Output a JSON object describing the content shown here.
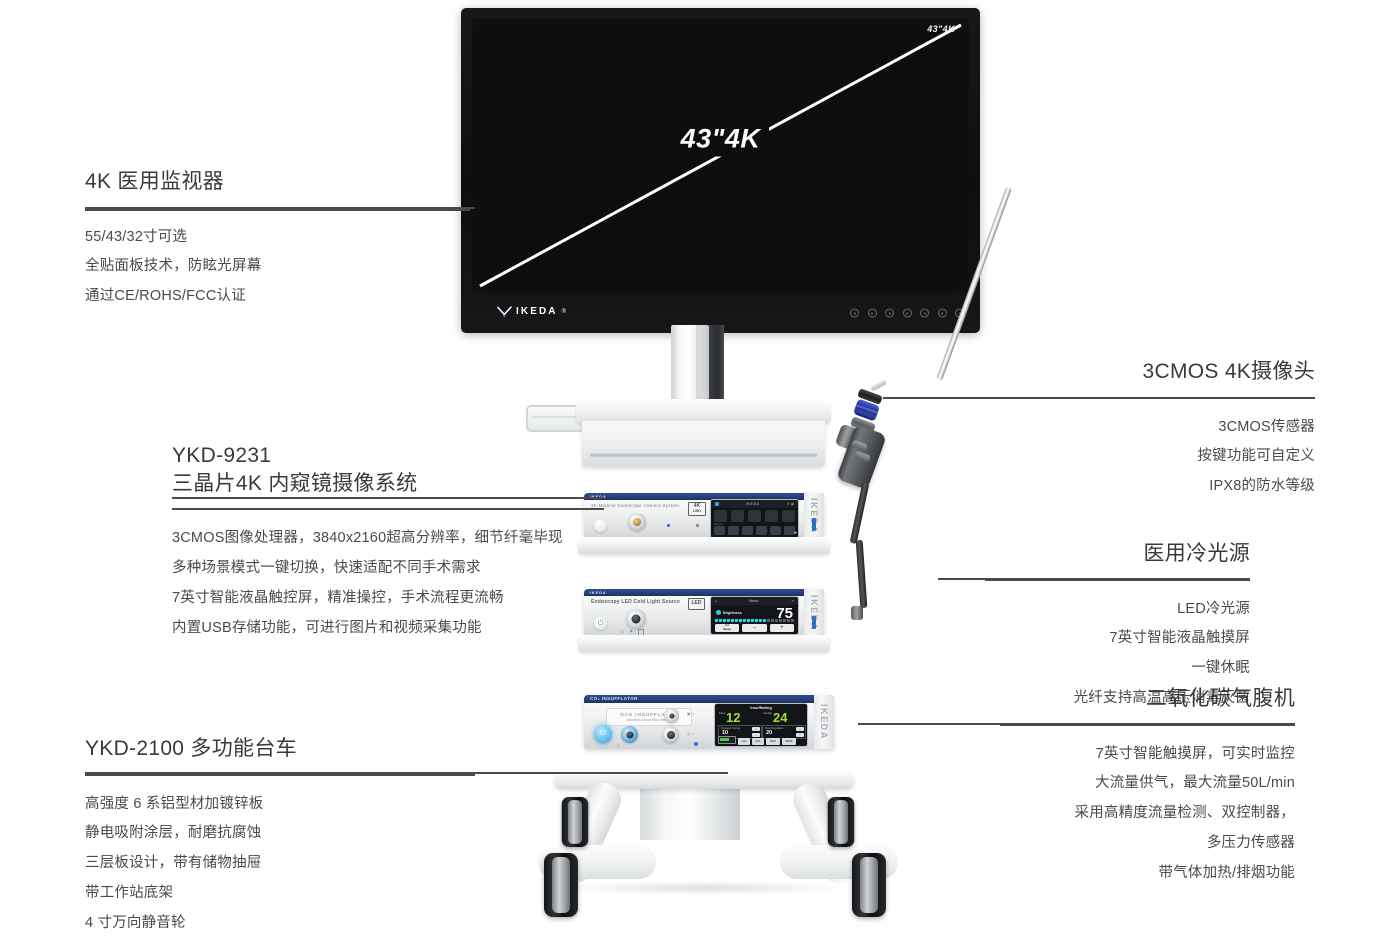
{
  "monitor": {
    "size_tag": "43\"4K",
    "diagonal_label": "43\"4K",
    "brand": "IKEDA",
    "brand_reg": "®",
    "button_count": 7
  },
  "camera_unit": {
    "header_brand": "IKEDA",
    "model_line": "4K Medical Endoscope Camera System",
    "badge_top": "4K",
    "badge_bottom": "UHD",
    "side_text": "IKEDA",
    "screen": {
      "top_row_icons": 5,
      "bottom_row_icons": 6,
      "section_label": "MENU"
    }
  },
  "light_source": {
    "header_brand": "IKEDA",
    "model_line": "Endoscopy LED Cold Light Source",
    "badge": "LED",
    "side_text": "IKEDA",
    "screen": {
      "title": "Menu",
      "param_label": "Brightness",
      "value": "75",
      "segments_total": 20,
      "segments_on": 13,
      "btn_sleep_small": "OFF",
      "btn_sleep": "Sleep",
      "btn_minus": "–",
      "btn_plus": "+"
    }
  },
  "insufflator": {
    "header_title": "CO₂ INSUFFLATOR",
    "panel_title": "GAS INSUFFLATOR",
    "panel_sub": "Activated Carbon Filter element",
    "side_text": "IKEDA",
    "screen": {
      "title": "Insufflating",
      "flow_label": "Flow",
      "flow_value": "12",
      "pressure_label": "mmHg",
      "pressure_value": "24",
      "set_flow_label": "Pressure Setting",
      "set_flow_value": "10",
      "set_pressure_label": "Flow Regulation",
      "set_pressure_value": "20",
      "buttons": [
        "CO2",
        "GAS",
        "HEAT",
        "MORE"
      ]
    }
  },
  "callouts": {
    "monitor": {
      "title": "4K 医用监视器",
      "items": [
        "55/43/32寸可选",
        "全贴面板技术，防眩光屏幕",
        "通过CE/ROHS/FCC认证"
      ]
    },
    "camera_system": {
      "title": "YKD-9231\n三晶片4K 内窥镜摄像系统",
      "items": [
        "3CMOS图像处理器，3840x2160超高分辨率，细节纤毫毕现",
        "多种场景模式一键切换，快速适配不同手术需求",
        "7英寸智能液晶触控屏，精准操控，手术流程更流畅",
        "内置USB存储功能，可进行图片和视频采集功能"
      ]
    },
    "trolley": {
      "title": "YKD-2100 多功能台车",
      "items": [
        "高强度 6 系铝型材加镀锌板",
        "静电吸附涂层，耐磨抗腐蚀",
        "三层板设计，带有储物抽屉",
        "带工作站底架",
        "4 寸万向静音轮"
      ]
    },
    "camera_head": {
      "title": "3CMOS 4K摄像头",
      "items": [
        "3CMOS传感器",
        "按键功能可自定义",
        "IPX8的防水等级"
      ]
    },
    "light_source": {
      "title": "医用冷光源",
      "items": [
        "LED冷光源",
        "7英寸智能液晶触摸屏",
        "一键休眠",
        "光纤支持高温高压消毒灭菌"
      ]
    },
    "insufflator": {
      "title": "二氧化碳气腹机",
      "items": [
        "7英寸智能触摸屏，可实时监控",
        "大流量供气，最大流量50L/min",
        "采用高精度流量检测、双控制器，",
        "多压力传感器",
        "带气体加热/排烟功能"
      ]
    }
  },
  "colors": {
    "accent_blue": "#27407a",
    "screen_green": "#9ee03a",
    "screen_cyan": "#23d3e8",
    "rule": "#4a4a4a",
    "text": "#4a4a4a"
  }
}
